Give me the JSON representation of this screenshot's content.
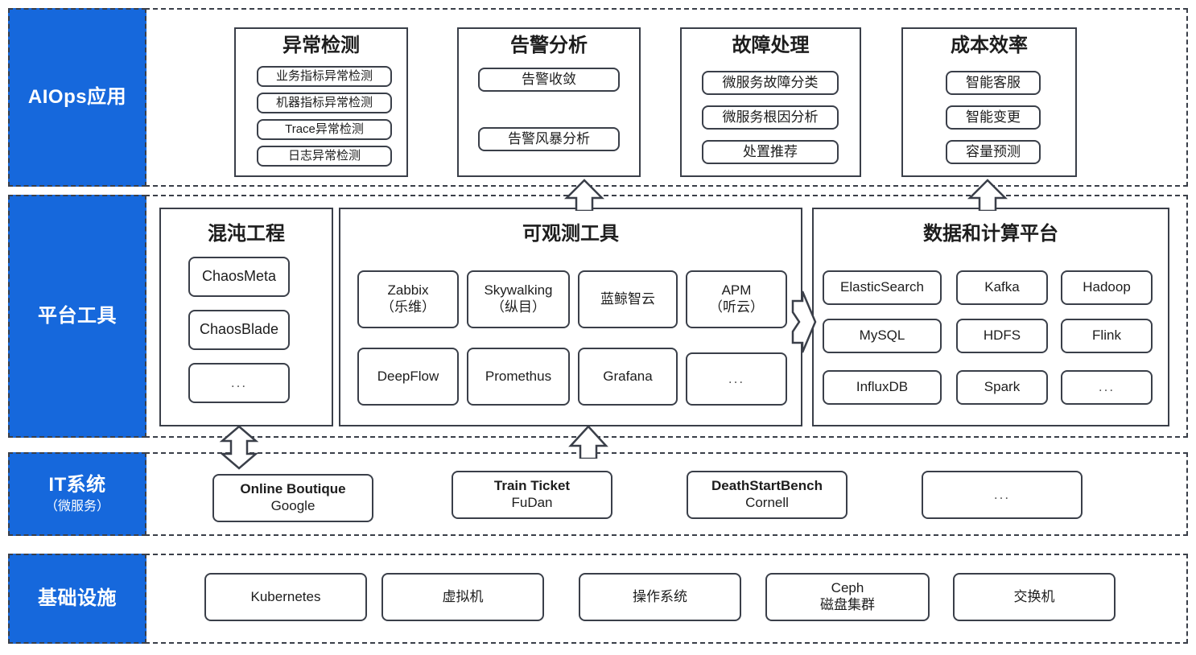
{
  "theme": {
    "accent": "#1668dc",
    "stroke": "#3a3f49",
    "text": "#1d1d1d",
    "background": "#ffffff"
  },
  "diagram": {
    "type": "layered-architecture",
    "layers": [
      {
        "id": "aiops",
        "label": "AIOps应用",
        "sublabel": "",
        "groups": [
          {
            "title": "异常检测",
            "items": [
              {
                "line1": "业务指标异常检测"
              },
              {
                "line1": "机器指标异常检测"
              },
              {
                "line1": "Trace异常检测"
              },
              {
                "line1": "日志异常检测"
              }
            ]
          },
          {
            "title": "告警分析",
            "items": [
              {
                "line1": "告警收敛"
              },
              {
                "line1": "告警风暴分析"
              }
            ]
          },
          {
            "title": "故障处理",
            "items": [
              {
                "line1": "微服务故障分类"
              },
              {
                "line1": "微服务根因分析"
              },
              {
                "line1": "处置推荐"
              }
            ]
          },
          {
            "title": "成本效率",
            "items": [
              {
                "line1": "智能客服"
              },
              {
                "line1": "智能变更"
              },
              {
                "line1": "容量预测"
              }
            ]
          }
        ]
      },
      {
        "id": "platform",
        "label": "平台工具",
        "sublabel": "",
        "groups": [
          {
            "title": "混沌工程",
            "items": [
              {
                "line1": "ChaosMeta"
              },
              {
                "line1": "ChaosBlade"
              },
              {
                "line1": "..."
              }
            ]
          },
          {
            "title": "可观测工具",
            "items": [
              {
                "line1": "Zabbix",
                "line2": "（乐维）"
              },
              {
                "line1": "Skywalking",
                "line2": "（纵目）"
              },
              {
                "line1": "蓝鲸智云"
              },
              {
                "line1": "APM",
                "line2": "（听云）"
              },
              {
                "line1": "DeepFlow"
              },
              {
                "line1": "Promethus"
              },
              {
                "line1": "Grafana"
              },
              {
                "line1": "..."
              }
            ]
          },
          {
            "title": "数据和计算平台",
            "items": [
              {
                "line1": "ElasticSearch"
              },
              {
                "line1": "Kafka"
              },
              {
                "line1": "Hadoop"
              },
              {
                "line1": "MySQL"
              },
              {
                "line1": "HDFS"
              },
              {
                "line1": "Flink"
              },
              {
                "line1": "InfluxDB"
              },
              {
                "line1": "Spark"
              },
              {
                "line1": "..."
              }
            ]
          }
        ]
      },
      {
        "id": "itsystem",
        "label": "IT系统",
        "sublabel": "（微服务）",
        "groups": [
          {
            "title": "",
            "items": [
              {
                "line1": "Online Boutique",
                "line2": "Google"
              },
              {
                "line1": "Train Ticket",
                "line2": "FuDan"
              },
              {
                "line1": "DeathStartBench",
                "line2": "Cornell"
              },
              {
                "line1": "..."
              }
            ]
          }
        ]
      },
      {
        "id": "infrastructure",
        "label": "基础设施",
        "sublabel": "",
        "groups": [
          {
            "title": "",
            "items": [
              {
                "line1": "Kubernetes"
              },
              {
                "line1": "虚拟机"
              },
              {
                "line1": "操作系统"
              },
              {
                "line1": "Ceph",
                "line2": "磁盘集群"
              },
              {
                "line1": "交换机"
              }
            ]
          }
        ]
      }
    ],
    "connectors": [
      {
        "name": "observability-to-aiops",
        "direction": "up"
      },
      {
        "name": "data-platform-to-aiops",
        "direction": "up"
      },
      {
        "name": "chaos-to-itsystem",
        "direction": "both"
      },
      {
        "name": "itsystem-to-observability",
        "direction": "up"
      },
      {
        "name": "observability-to-data-platform",
        "direction": "right"
      }
    ]
  }
}
